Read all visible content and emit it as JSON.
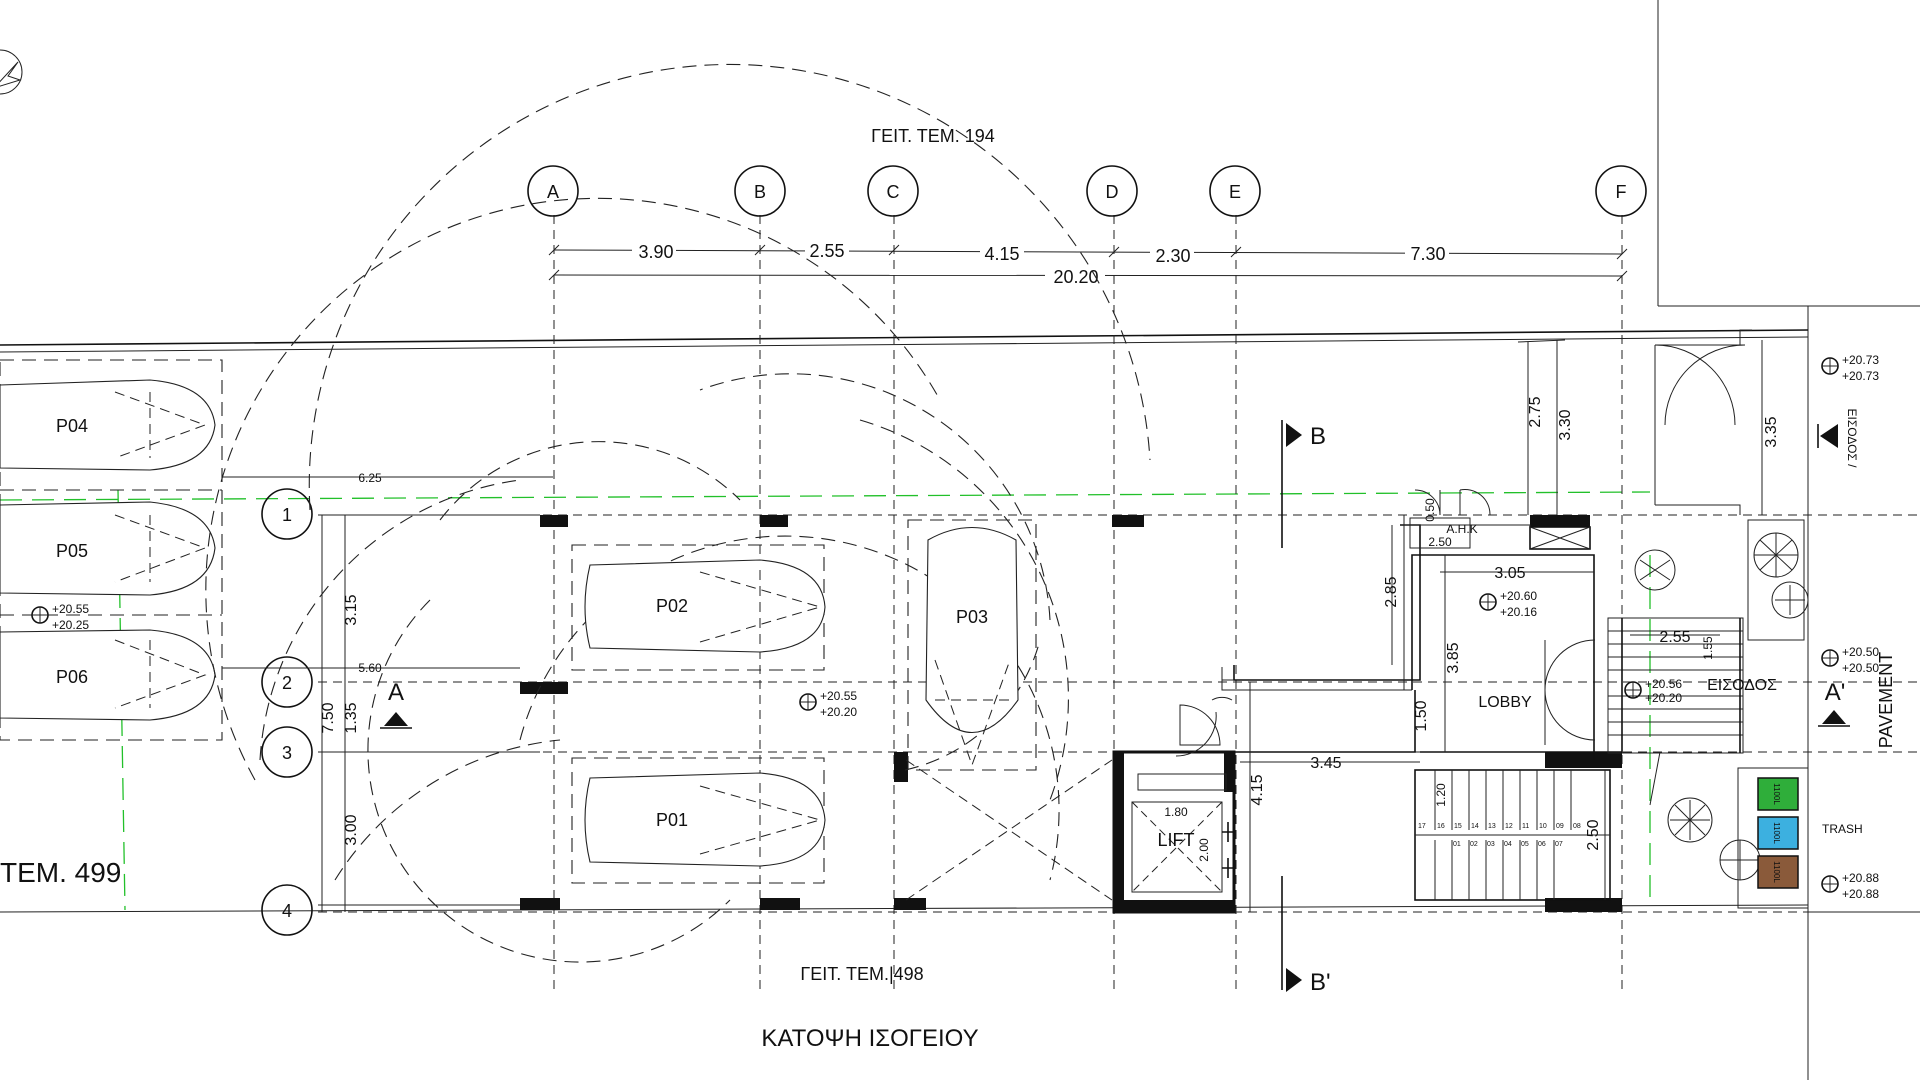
{
  "drawing": {
    "title": "ΚΑΤΟΨΗ ΙΣΟΓΕΙΟΥ",
    "neighbor_top": "ΓΕΙΤ. ΤΕΜ. 194",
    "neighbor_bottom": "ΓΕΙΤ. ΤΕΜ.|498",
    "neighbor_left": "ΤΕΜ. 499",
    "street": "PAVEMENT",
    "entrance_label": "ΕΙΣΟΔΟΣ",
    "entrance_side": "ΕΙΣΟΔΟΣ /"
  },
  "grid": {
    "columns": [
      "A",
      "B",
      "C",
      "D",
      "E",
      "F"
    ],
    "rows": [
      "1",
      "2",
      "3",
      "4"
    ]
  },
  "dimensions": {
    "top_spans": [
      "3.90",
      "2.55",
      "4.15",
      "2.30",
      "7.30"
    ],
    "top_total": "20.20",
    "left_625": "6.25",
    "left_560": "5.60",
    "left_315": "3.15",
    "left_135": "1.35",
    "left_750": "7.50",
    "left_300": "3.00",
    "d_275": "2.75",
    "d_330": "3.30",
    "d_335": "3.35",
    "d_050": "0.50",
    "d_250a": "2.50",
    "d_305": "3.05",
    "d_285": "2.85",
    "d_385": "3.85",
    "d_150": "1.50",
    "d_255": "2.55",
    "d_345": "3.45",
    "d_415": "4.15",
    "d_180": "1.80",
    "d_200": "2.00",
    "d_120": "1.20",
    "d_250b": "2.50",
    "d_155": "1.55"
  },
  "parking": [
    "P01",
    "P02",
    "P03",
    "P04",
    "P05",
    "P06"
  ],
  "rooms": {
    "lobby": "LOBBY",
    "lift": "LIFT",
    "ahk": "Α.Η.Κ",
    "trash": "TRASH"
  },
  "levels": {
    "pav_top_a": "+20.73",
    "pav_top_b": "+20.73",
    "left_a": "+20.55",
    "left_b": "+20.25",
    "park_a": "+20.55",
    "park_b": "+20.20",
    "lobby_a": "+20.60",
    "lobby_b": "+20.16",
    "entry_a": "+20.50",
    "entry_b": "+20.50",
    "stairs_a": "+20.56",
    "stairs_b": "+20.20",
    "pav_bot_a": "+20.88",
    "pav_bot_b": "+20.88"
  },
  "sections": {
    "a": "A",
    "a2": "A'",
    "b": "B",
    "b2": "B'"
  },
  "stairs": {
    "upper": [
      "17",
      "16",
      "15",
      "14",
      "13",
      "12",
      "11",
      "10",
      "09",
      "08"
    ],
    "lower": [
      "01",
      "02",
      "03",
      "04",
      "05",
      "06",
      "07"
    ]
  },
  "bins": [
    "1100L",
    "1100L",
    "1100L"
  ],
  "bin_colors": [
    "#2fae3a",
    "#3cb0e0",
    "#8a5a3a"
  ]
}
